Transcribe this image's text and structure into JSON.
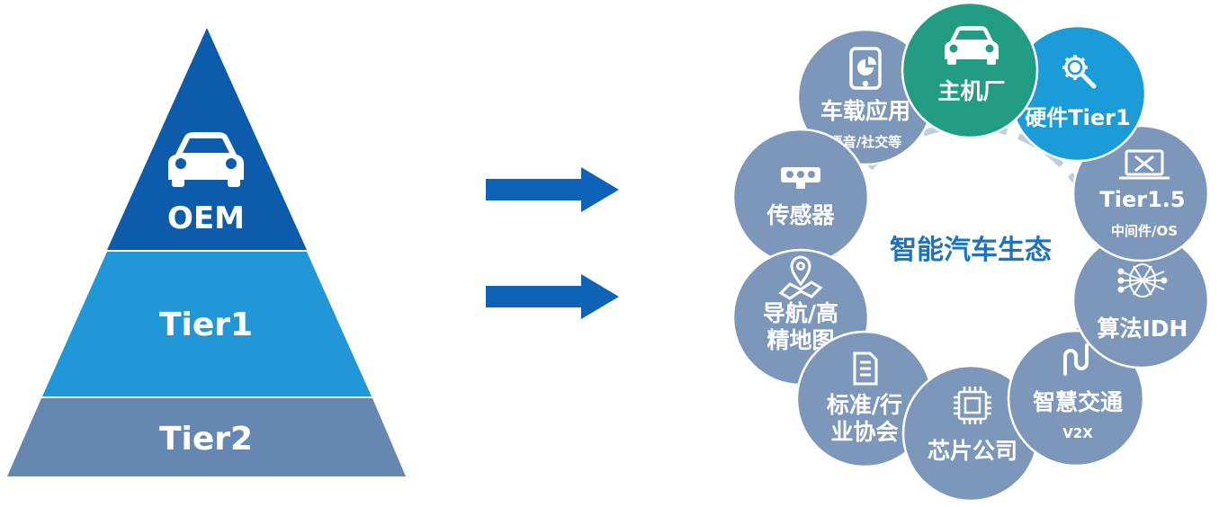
{
  "pyramid": {
    "top_label": "OEM",
    "middle_label": "Tier1",
    "bottom_label": "Tier2"
  },
  "ecosystem": {
    "center_label": "智能汽车生态",
    "nodes": {
      "oem": {
        "title": "主机厂",
        "icon": "car-icon"
      },
      "hardware": {
        "title": "硬件Tier1",
        "icon": "gear-wrench-icon"
      },
      "tier15": {
        "title": "Tier1.5",
        "subtitle": "中间件/OS",
        "icon": "laptop-tools-icon"
      },
      "algorithm": {
        "title": "算法IDH",
        "icon": "neural-network-icon"
      },
      "v2x": {
        "title": "智慧交通",
        "subtitle": "V2X",
        "icon": "road-icon"
      },
      "chip": {
        "title": "芯片公司",
        "icon": "chip-icon"
      },
      "standards": {
        "title_line1": "标准/行",
        "title_line2": "业协会",
        "icon": "document-icon"
      },
      "navigation": {
        "title_line1": "导航/高",
        "title_line2": "精地图",
        "icon": "map-pin-icon"
      },
      "sensor": {
        "title": "传感器",
        "icon": "sensor-icon"
      },
      "apps": {
        "title": "车载应用",
        "subtitle": "语音/社交等",
        "icon": "tablet-chart-icon"
      }
    }
  },
  "colors": {
    "dark_blue": "#0C5CAB",
    "mid_blue": "#2197D8",
    "gray_blue": "#6787B3",
    "node_gray": "#7C97BA",
    "teal": "#239C84",
    "cyan": "#1B9BD7",
    "center_text": "#1E73C0",
    "arrow": "#0E63B8"
  }
}
